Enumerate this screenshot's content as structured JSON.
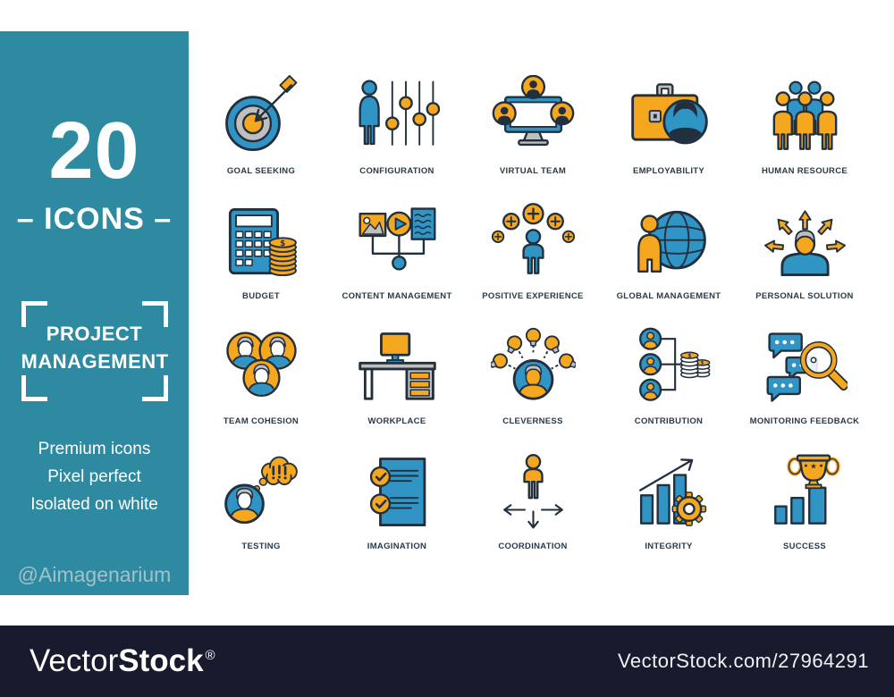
{
  "sidebar": {
    "count": "20",
    "count_caption": "– ICONS –",
    "title": [
      "PROJECT",
      "MANAGEMENT"
    ],
    "features": [
      "Premium icons",
      "Pixel perfect",
      "Isolated on white"
    ],
    "handle": "@Aimagenarium",
    "bg_color": "#2D8AA0"
  },
  "grid": {
    "items": [
      {
        "label": "GOAL SEEKING",
        "icon": "goal-seeking-icon"
      },
      {
        "label": "CONFIGURATION",
        "icon": "configuration-icon"
      },
      {
        "label": "VIRTUAL TEAM",
        "icon": "virtual-team-icon"
      },
      {
        "label": "EMPLOYABILITY",
        "icon": "employability-icon"
      },
      {
        "label": "HUMAN RESOURCE",
        "icon": "human-resource-icon"
      },
      {
        "label": "BUDGET",
        "icon": "budget-icon"
      },
      {
        "label": "CONTENT MANAGEMENT",
        "icon": "content-management-icon"
      },
      {
        "label": "POSITIVE EXPERIENCE",
        "icon": "positive-experience-icon"
      },
      {
        "label": "GLOBAL MANAGEMENT",
        "icon": "global-management-icon"
      },
      {
        "label": "PERSONAL SOLUTION",
        "icon": "personal-solution-icon"
      },
      {
        "label": "TEAM COHESION",
        "icon": "team-cohesion-icon"
      },
      {
        "label": "WORKPLACE",
        "icon": "workplace-icon"
      },
      {
        "label": "CLEVERNESS",
        "icon": "cleverness-icon"
      },
      {
        "label": "CONTRIBUTION",
        "icon": "contribution-icon"
      },
      {
        "label": "MONITORING FEEDBACK",
        "icon": "monitoring-feedback-icon"
      },
      {
        "label": "TESTING",
        "icon": "testing-icon"
      },
      {
        "label": "IMAGINATION",
        "icon": "imagination-icon"
      },
      {
        "label": "COORDINATION",
        "icon": "coordination-icon"
      },
      {
        "label": "INTEGRITY",
        "icon": "integrity-icon"
      },
      {
        "label": "SUCCESS",
        "icon": "success-icon"
      }
    ]
  },
  "footer": {
    "logo_light": "Vector",
    "logo_bold": "Stock",
    "registered": "®",
    "credit": "VectorStock.com/27964291",
    "bg_color": "#181A2E"
  },
  "palette": {
    "teal": "#2D8AA0",
    "icon_blue": "#3094C4",
    "icon_orange": "#F5A71F",
    "icon_gray": "#BFBFBF",
    "outline": "#22303E",
    "label_text": "#2A3A48",
    "handle_text": "#A2C1CC"
  }
}
